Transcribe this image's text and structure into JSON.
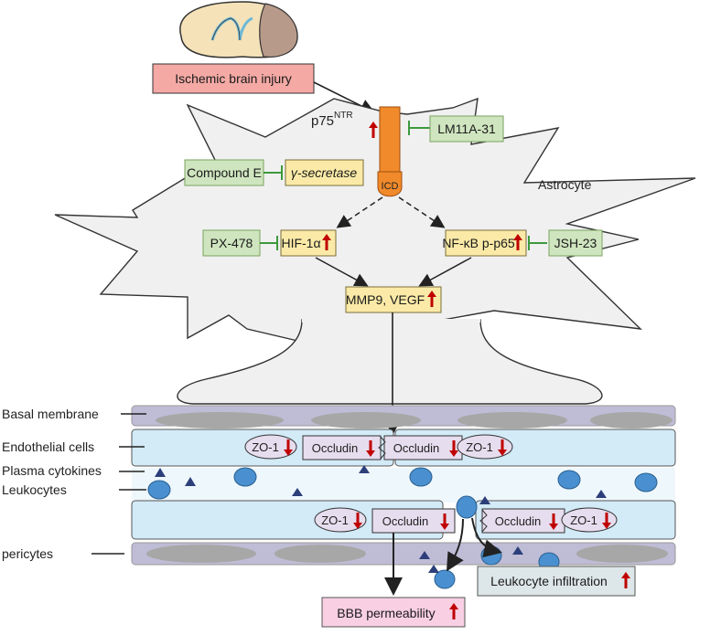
{
  "title_box": {
    "label": "Ischemic brain injury",
    "color": "#f4a9a4"
  },
  "receptor": {
    "name": "p75",
    "superscript": "NTR",
    "domain_label": "ICD",
    "color": "#f08a2a"
  },
  "cell_label": "Astrocyte",
  "inhibitors": [
    {
      "id": "lm11a",
      "label": "LM11A-31",
      "target": "p75NTR"
    },
    {
      "id": "compound-e",
      "label": "Compound E",
      "target": "γ-secretase"
    },
    {
      "id": "px478",
      "label": "PX-478",
      "target": "HIF-1α"
    },
    {
      "id": "jsh23",
      "label": "JSH-23",
      "target": "NF-κB p-p65"
    }
  ],
  "targets": {
    "gamma_secretase": "γ-secretase",
    "hif": "HIF-1α",
    "nfkb": "NF-κB p-p65",
    "mmp9_vegf": "MMP9, VEGF"
  },
  "side_labels": [
    "Basal membrane",
    "Endothelial cells",
    "Plasma cytokines",
    "Leukocytes",
    "pericytes"
  ],
  "junctions": {
    "zo1": "ZO-1",
    "occludin": "Occludin"
  },
  "outcomes": {
    "leukocyte_infiltration": "Leukocyte infiltration",
    "bbb_permeability": "BBB permeability"
  },
  "colors": {
    "inhibitor_fill": "#cfe5bf",
    "inhibitor_stroke": "#78a35e",
    "target_fill": "#fbeaa7",
    "astrocyte_fill": "#f0f0f0",
    "endothelial_fill": "#d3eaf7",
    "membrane_fill": "#bfbcd6",
    "leukocyte_fill": "#4a90d0",
    "cytokine_fill": "#2c3f7a",
    "junction_fill": "#e6ddee",
    "up_arrow": "#c00000",
    "inhibit_line": "#3c9a3c",
    "bbb_fill": "#f8cfe3",
    "infiltration_fill": "#dde6e8"
  }
}
